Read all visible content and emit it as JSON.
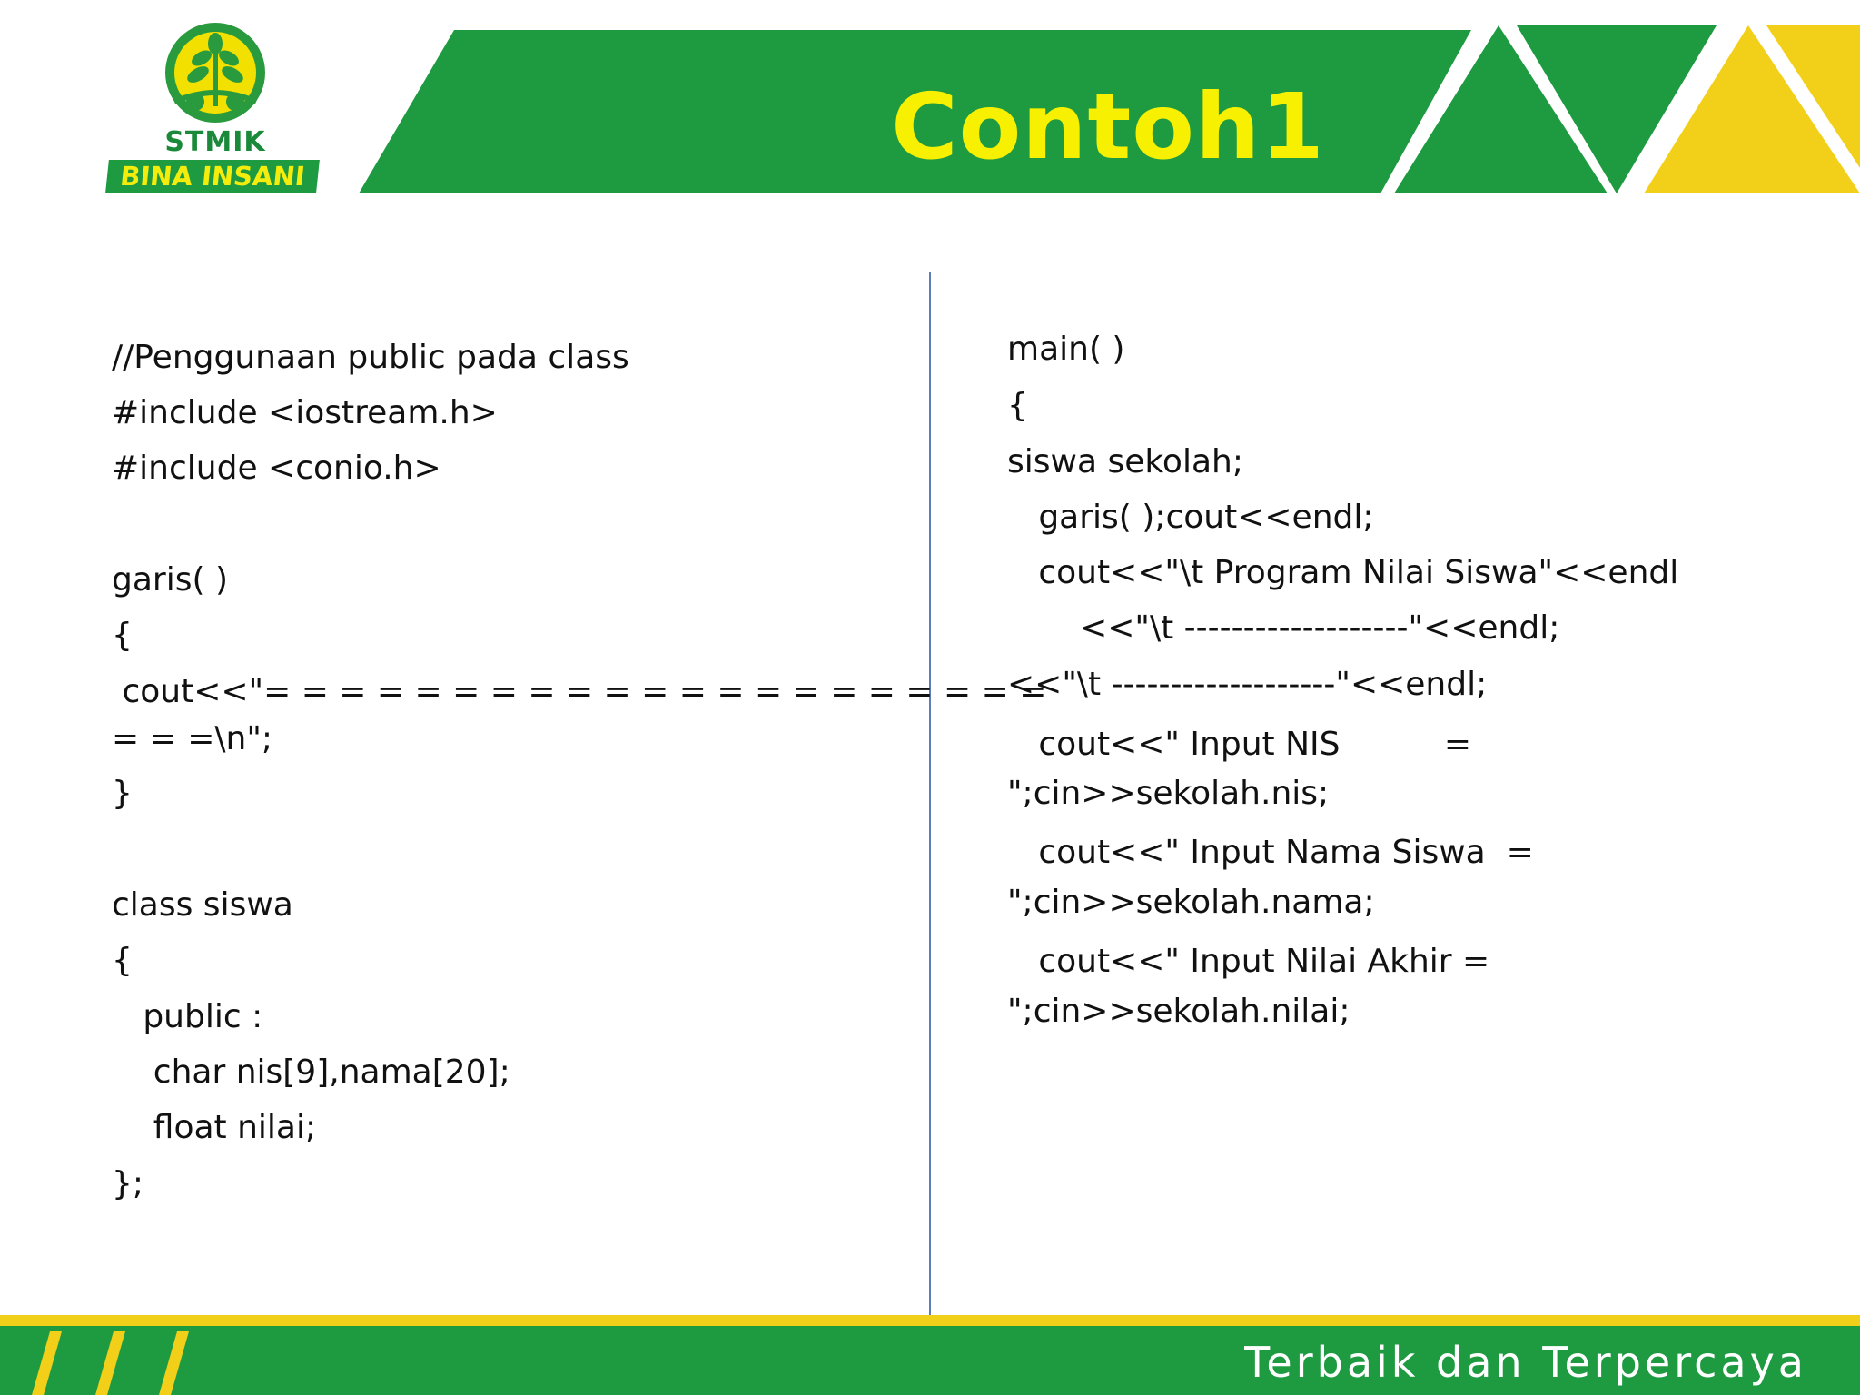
{
  "slide": {
    "title": "Contoh1",
    "tagline": "Terbaik dan Terpercaya"
  },
  "logo": {
    "line1": "STMIK",
    "line2": "BINA INSANI",
    "icon": "rice-emblem-icon"
  },
  "code_left": [
    "//Penggunaan public pada class",
    "#include <iostream.h>",
    "#include <conio.h>",
    "garis( )",
    "{",
    " cout<<\"= = = = = = = = = = = = = = = = = = = = =",
    "= = =\\n\";",
    "}",
    "class siswa",
    "{",
    "   public :",
    "    char nis[9],nama[20];",
    "    float nilai;",
    "};"
  ],
  "code_right": [
    "main( )",
    "{",
    "siswa sekolah;",
    "   garis( );cout<<endl;",
    "   cout<<\"\\t Program Nilai Siswa\"<<endl",
    "       <<\"\\t -------------------\"<<endl;",
    "<<\"\\t -------------------\"<<endl;",
    "   cout<<\" Input NIS          =",
    "\";cin>>sekolah.nis;",
    "   cout<<\" Input Nama Siswa  =",
    "\";cin>>sekolah.nama;",
    "   cout<<\" Input Nilai Akhir =",
    "\";cin>>sekolah.nilai;"
  ],
  "colors": {
    "green": "#1e9a41",
    "yellow": "#f2d01a",
    "title_yellow": "#f7f000"
  }
}
